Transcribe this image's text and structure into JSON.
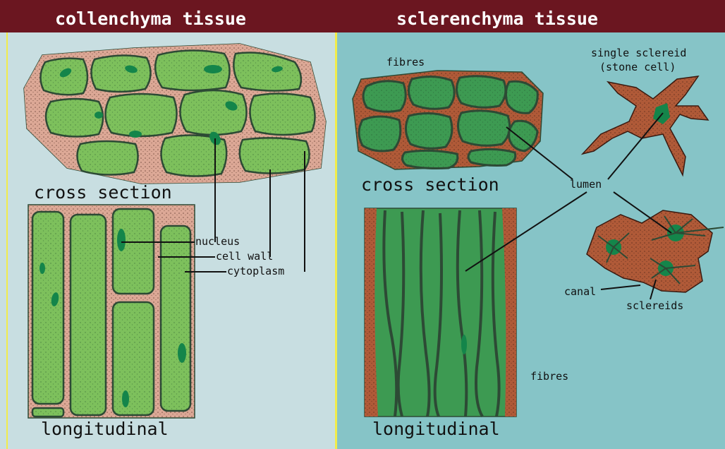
{
  "panels": {
    "left_title": "collenchyma tissue",
    "right_title": "sclerenchyma tissue"
  },
  "collenchyma": {
    "cross_section": "cross section",
    "longitudinal": "longitudinal",
    "nucleus": "nucleus",
    "cell_wall": "cell wall",
    "cytoplasm": "cytoplasm"
  },
  "sclerenchyma": {
    "fibres_top": "fibres",
    "sclereid_line1": "single sclereid",
    "sclereid_line2": "(stone cell)",
    "cross_section": "cross section",
    "lumen": "lumen",
    "canal": "canal",
    "sclereids": "sclereids",
    "longitudinal": "longitudinal",
    "fibres_bottom": "fibres"
  },
  "colors": {
    "header": "#6b1620",
    "left_bg": "#c8dee1",
    "right_bg": "#86c4c7",
    "divider": "#f2ec4a",
    "light_green": "#7dc05c",
    "dark_green": "#3d9a52",
    "nucleus_green": "#14854a",
    "cell_wall": "#2d4a35",
    "pink_matrix": "#dca896",
    "brown": "#b05a38"
  }
}
